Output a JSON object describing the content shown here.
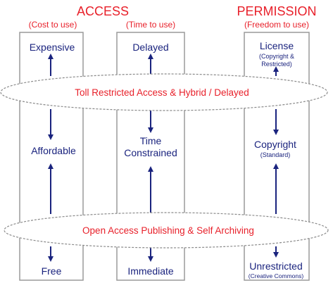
{
  "headings": {
    "access": "ACCESS",
    "permission": "PERMISSION"
  },
  "columns": [
    {
      "subtitle": "(Cost to use)",
      "top": "Expensive",
      "middle": [
        "Affordable"
      ],
      "bottom": "Free"
    },
    {
      "subtitle": "(Time to use)",
      "top": "Delayed",
      "middle": [
        "Time",
        "Constrained"
      ],
      "bottom": "Immediate"
    },
    {
      "subtitle": "(Freedom to use)",
      "top": "License",
      "top_note": [
        "(Copyright &",
        "Restricted)"
      ],
      "middle": [
        "Copyright"
      ],
      "middle_note": "(Standard)",
      "bottom": "Unrestricted",
      "bottom_note": "(Creative Commons)"
    }
  ],
  "bands": {
    "upper": "Toll Restricted Access & Hybrid / Delayed",
    "lower": "Open Access Publishing & Self Archiving"
  },
  "colors": {
    "accent_red": "#e8202a",
    "text_navy": "#1a237e",
    "line_gray": "#9a9a9a",
    "arrow": "#1a237e"
  }
}
